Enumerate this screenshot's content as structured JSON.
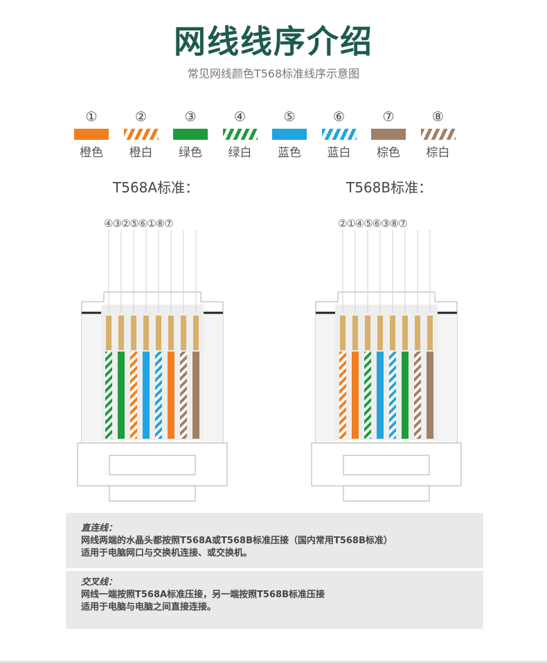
{
  "title": "网线线序介绍",
  "subtitle": "常见网线颜色T568标准线序示意图",
  "legend": [
    {
      "num": "①",
      "label": "橙色",
      "color": "#f07f1f",
      "striped": false
    },
    {
      "num": "②",
      "label": "橙白",
      "color": "#f07f1f",
      "striped": true
    },
    {
      "num": "③",
      "label": "绿色",
      "color": "#1e9b3c",
      "striped": false
    },
    {
      "num": "④",
      "label": "绿白",
      "color": "#1e9b3c",
      "striped": true
    },
    {
      "num": "⑤",
      "label": "蓝色",
      "color": "#21a4df",
      "striped": false
    },
    {
      "num": "⑥",
      "label": "蓝白",
      "color": "#21a4df",
      "striped": true
    },
    {
      "num": "⑦",
      "label": "棕色",
      "color": "#a08066",
      "striped": false
    },
    {
      "num": "⑧",
      "label": "棕白",
      "color": "#a08066",
      "striped": true
    }
  ],
  "standards": [
    {
      "title": "T568A标准：",
      "order_text": "④③②⑤⑥①⑧⑦",
      "order": [
        4,
        3,
        2,
        5,
        6,
        1,
        8,
        7
      ]
    },
    {
      "title": "T568B标准：",
      "order_text": "②①④⑤⑥③⑧⑦",
      "order": [
        2,
        1,
        4,
        5,
        6,
        3,
        8,
        7
      ]
    }
  ],
  "notes": {
    "straight": {
      "heading": "直连线：",
      "lines": [
        "网线两端的水晶头都按照T568A或T568B标准压接（国内常用T568B标准）",
        "适用于电脑网口与交换机连接、或交换机。"
      ]
    },
    "crossover": {
      "heading": "交叉线：",
      "lines": [
        "网线一端按照T568A标准压接，另一端按照T568B标准压接",
        "适用于电脑与电脑之间直接连接。"
      ]
    }
  },
  "colors": {
    "title": "#1e5a4f",
    "pin_gold": "#d9b06a",
    "note_bg": "#e9e9e9"
  }
}
